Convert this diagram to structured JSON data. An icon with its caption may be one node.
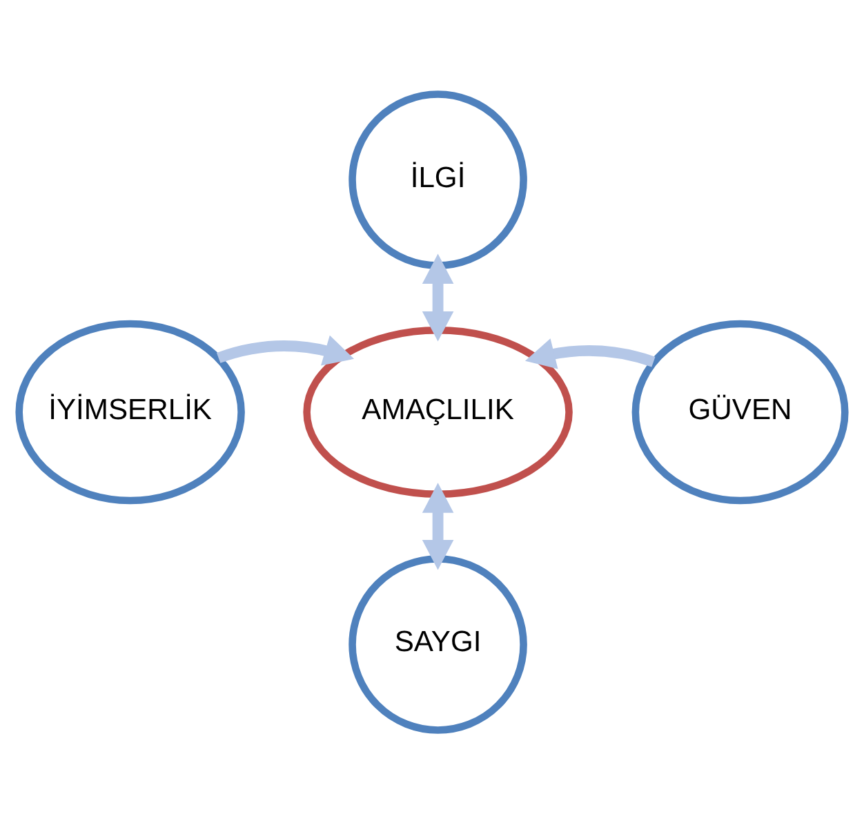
{
  "diagram": {
    "nodes": [
      {
        "text": [
          "İLGİ"
        ]
      },
      {
        "text": [
          "İYİMSERLİK"
        ]
      },
      {
        "text": [
          "AMAÇLILIK"
        ]
      },
      {
        "text": [
          "GÜVEN"
        ]
      },
      {
        "text": [
          "SAYGI"
        ]
      }
    ],
    "edges": [
      {
        "from": 0,
        "to": 2,
        "arrow": "both"
      },
      {
        "from": 1,
        "to": 2,
        "arrow": "to"
      },
      {
        "from": 3,
        "to": 2,
        "arrow": "to"
      },
      {
        "from": 2,
        "to": 4,
        "arrow": "both"
      }
    ]
  }
}
